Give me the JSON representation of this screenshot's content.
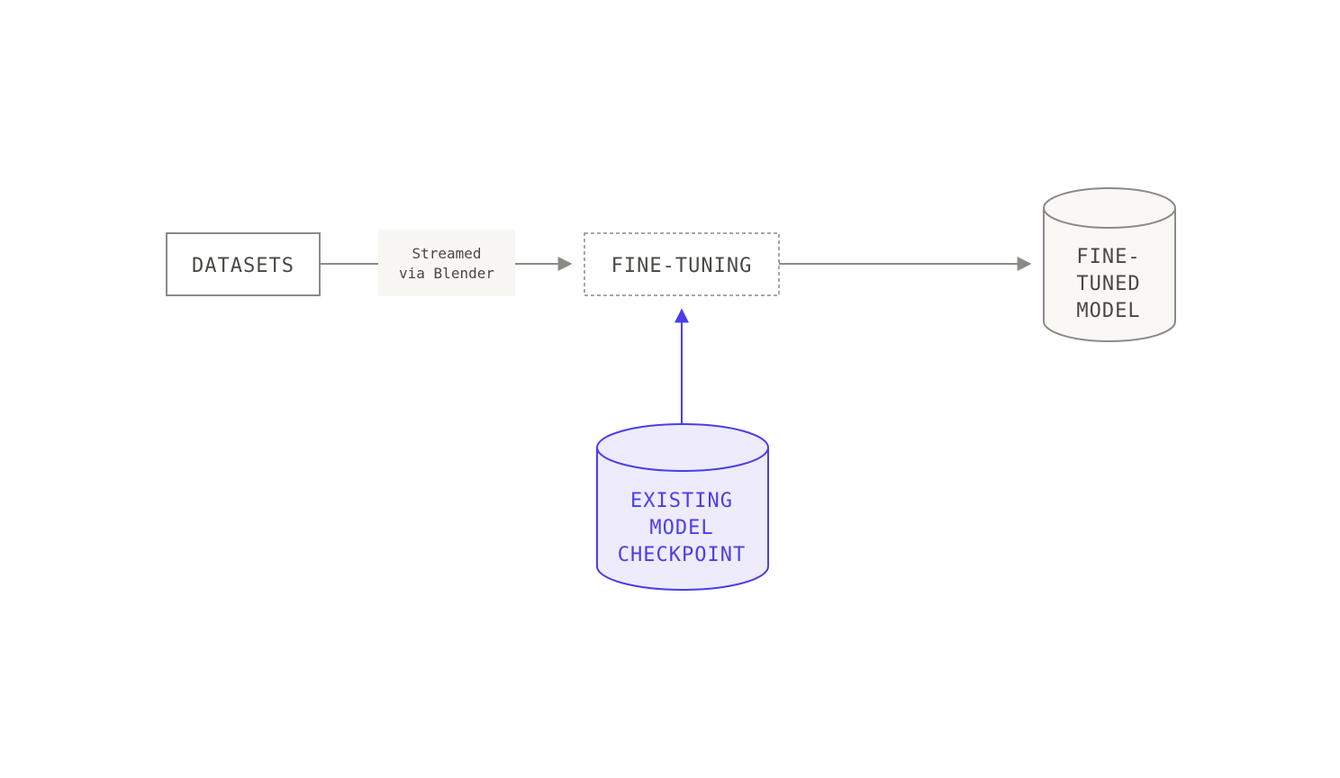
{
  "diagram": {
    "nodes": {
      "datasets": {
        "label": "DATASETS"
      },
      "stream": {
        "line1": "Streamed",
        "line2": "via Blender"
      },
      "fine_tuning": {
        "label": "FINE-TUNING"
      },
      "fine_tuned_model": {
        "line1": "FINE-",
        "line2": "TUNED",
        "line3": "MODEL"
      },
      "checkpoint": {
        "line1": "EXISTING",
        "line2": "MODEL",
        "line3": "CHECKPOINT"
      }
    },
    "colors": {
      "neutral_stroke": "#8c8a86",
      "neutral_text": "#4a4845",
      "neutral_fill": "#f9f8f4",
      "label_bg": "#f8f7f3",
      "accent": "#4b3ee6",
      "accent_fill": "#edebfc"
    }
  }
}
